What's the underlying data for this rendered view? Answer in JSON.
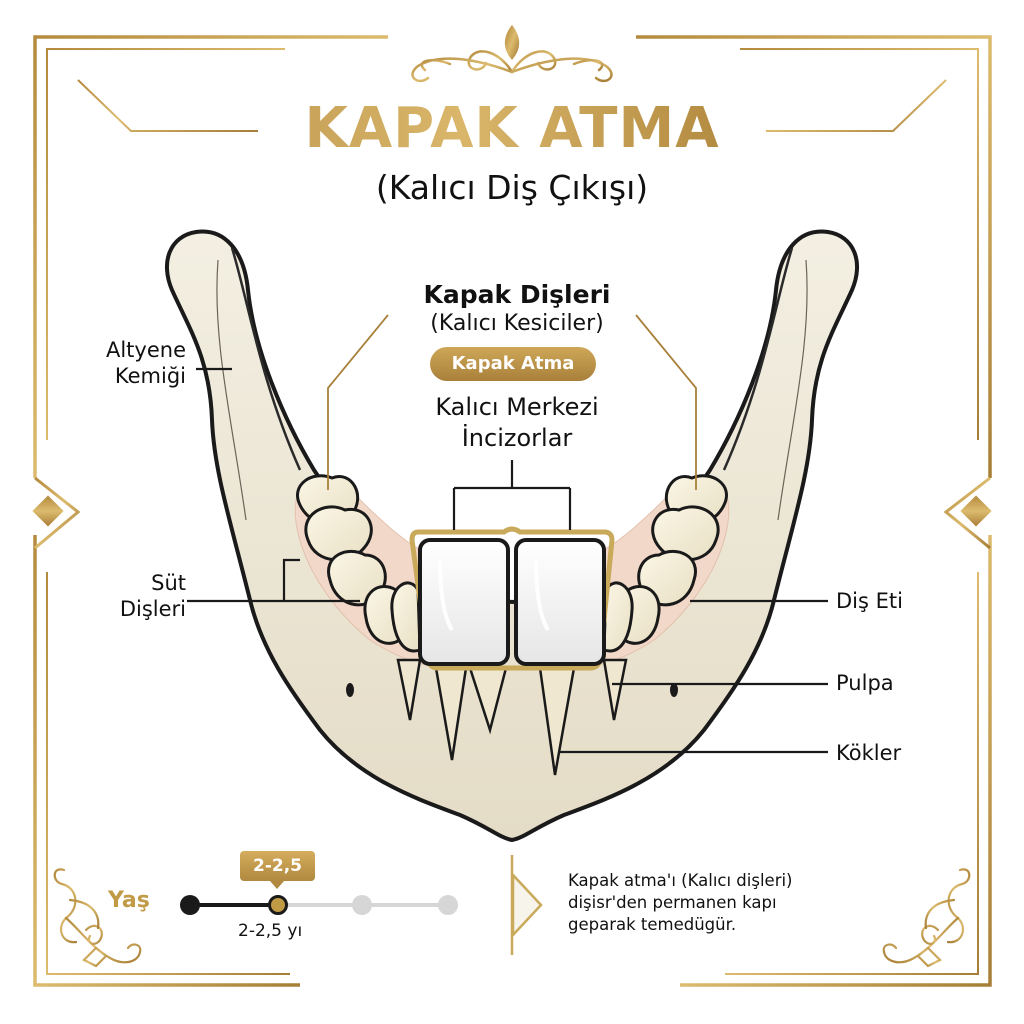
{
  "header": {
    "title": "KAPAK ATMA",
    "subtitle": "(Kalıcı Diş Çıkışı)"
  },
  "callout": {
    "heading": "Kapak Dişleri",
    "subheading": "(Kalıcı Kesiciler)",
    "badge": "Kapak Atma",
    "incisor_label_line1": "Kalıcı Merkezi",
    "incisor_label_line2": "İncizorlar"
  },
  "labels": {
    "jaw_bone_line1": "Altyene",
    "jaw_bone_line2": "Kemiği",
    "milk_teeth_line1": "Süt",
    "milk_teeth_line2": "Dişleri",
    "gum": "Diş Eti",
    "pulp": "Pulpa",
    "roots": "Kökler"
  },
  "age_scale": {
    "label": "Yaş",
    "badge": "2-2,5",
    "value_text": "2-2,5 yı",
    "steps": 4,
    "active_step": 2
  },
  "note": {
    "line1": "Kapak atma'ı (Kalıcı dişleri)",
    "line2": "dişisr'den permanen kapı",
    "line3": "geparak temedügür."
  },
  "colors": {
    "gold": "#c09a45",
    "gold_dark": "#a8803a",
    "ink": "#111111",
    "bone": "#ece6d4",
    "gum": "#f1d8c8",
    "track_inactive": "#d6d6d6"
  }
}
